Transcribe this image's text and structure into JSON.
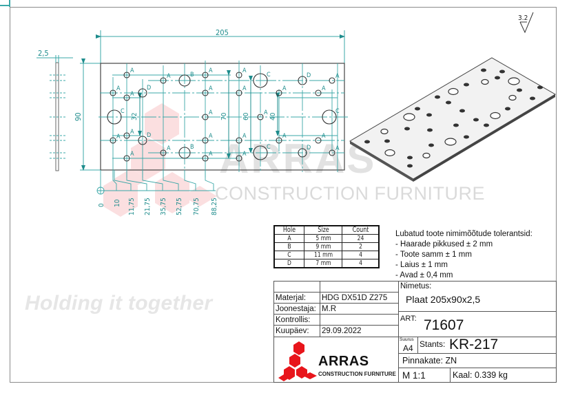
{
  "drawing": {
    "dimensions": {
      "length": "205",
      "width": "90",
      "thickness": "2,5",
      "inner_70": "70",
      "inner_60": "60",
      "inner_40": "40",
      "inner_32": "32"
    },
    "ordinate_x": [
      "0",
      "10",
      "11,75",
      "21,75",
      "35,75",
      "52,75",
      "70,75",
      "88,25"
    ],
    "surface_roughness": "3.2",
    "hole_labels": [
      "A",
      "B",
      "C",
      "D"
    ],
    "colors": {
      "dimension_line": "#3aa7a7",
      "outline": "#333333",
      "brand_red": "#e8151b"
    }
  },
  "watermark": {
    "brand": "ARRAS",
    "subtitle": "CONSTRUCTION FURNITURE",
    "slogan": "Holding it together"
  },
  "hole_table": {
    "headers": [
      "Hole",
      "Size",
      "Count"
    ],
    "rows": [
      {
        "hole": "A",
        "size": "5 mm",
        "count": "24"
      },
      {
        "hole": "B",
        "size": "9 mm",
        "count": "2"
      },
      {
        "hole": "C",
        "size": "11 mm",
        "count": "4"
      },
      {
        "hole": "D",
        "size": "7 mm",
        "count": "4"
      }
    ]
  },
  "tolerances": {
    "title": "Lubatud toote nimimõõtude tolerantsid:",
    "items": [
      "- Haarade pikkused ± 2 mm",
      "- Toote samm ± 1 mm",
      "- Laius ± 1 mm",
      "- Avad ± 0,4 mm"
    ]
  },
  "title_block": {
    "material_label": "Materjal:",
    "material_value": "HDG DX51D Z275",
    "drafter_label": "Joonestaja:",
    "drafter_value": "M.R",
    "checked_label": "Kontrollis:",
    "checked_value": "",
    "date_label": "Kuupäev:",
    "date_value": "29.09.2022",
    "name_label": "Nimetus:",
    "name_value": "Plaat 205x90x2,5",
    "art_label": "ART:",
    "art_value": "71607",
    "size_label": "Suurus",
    "size_value": "A4",
    "die_label": "Stants:",
    "die_value": "KR-217",
    "coating": "Pinnakate: ZN",
    "scale": "M  1:1",
    "weight": "Kaal: 0.339 kg",
    "logo_brand": "ARRAS",
    "logo_subtitle": "CONSTRUCTION FURNITURE"
  }
}
